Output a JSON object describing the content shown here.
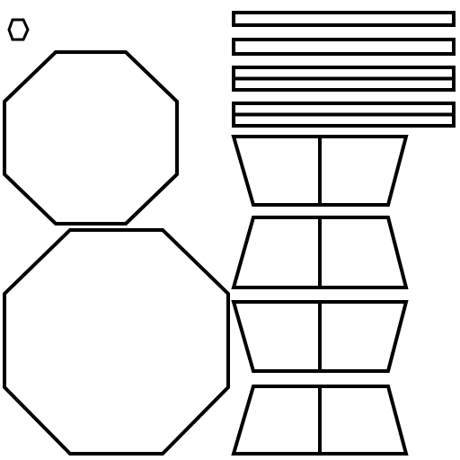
{
  "diagram": {
    "stroke_color": "#000000",
    "background_color": "#ffffff",
    "shape_names": {
      "small_hexagon": "small-hexagon-shape",
      "upper_octagon": "upper-octagon-shape",
      "lower_octagon": "lower-octagon-shape",
      "bars": "horizontal-bar-shape",
      "trapezoids": "split-trapezoid-shape"
    },
    "bar_count": 4,
    "trapezoid_count": 4,
    "trapezoid_orientation": [
      "wide-top",
      "wide-bottom",
      "wide-top",
      "wide-bottom"
    ]
  }
}
